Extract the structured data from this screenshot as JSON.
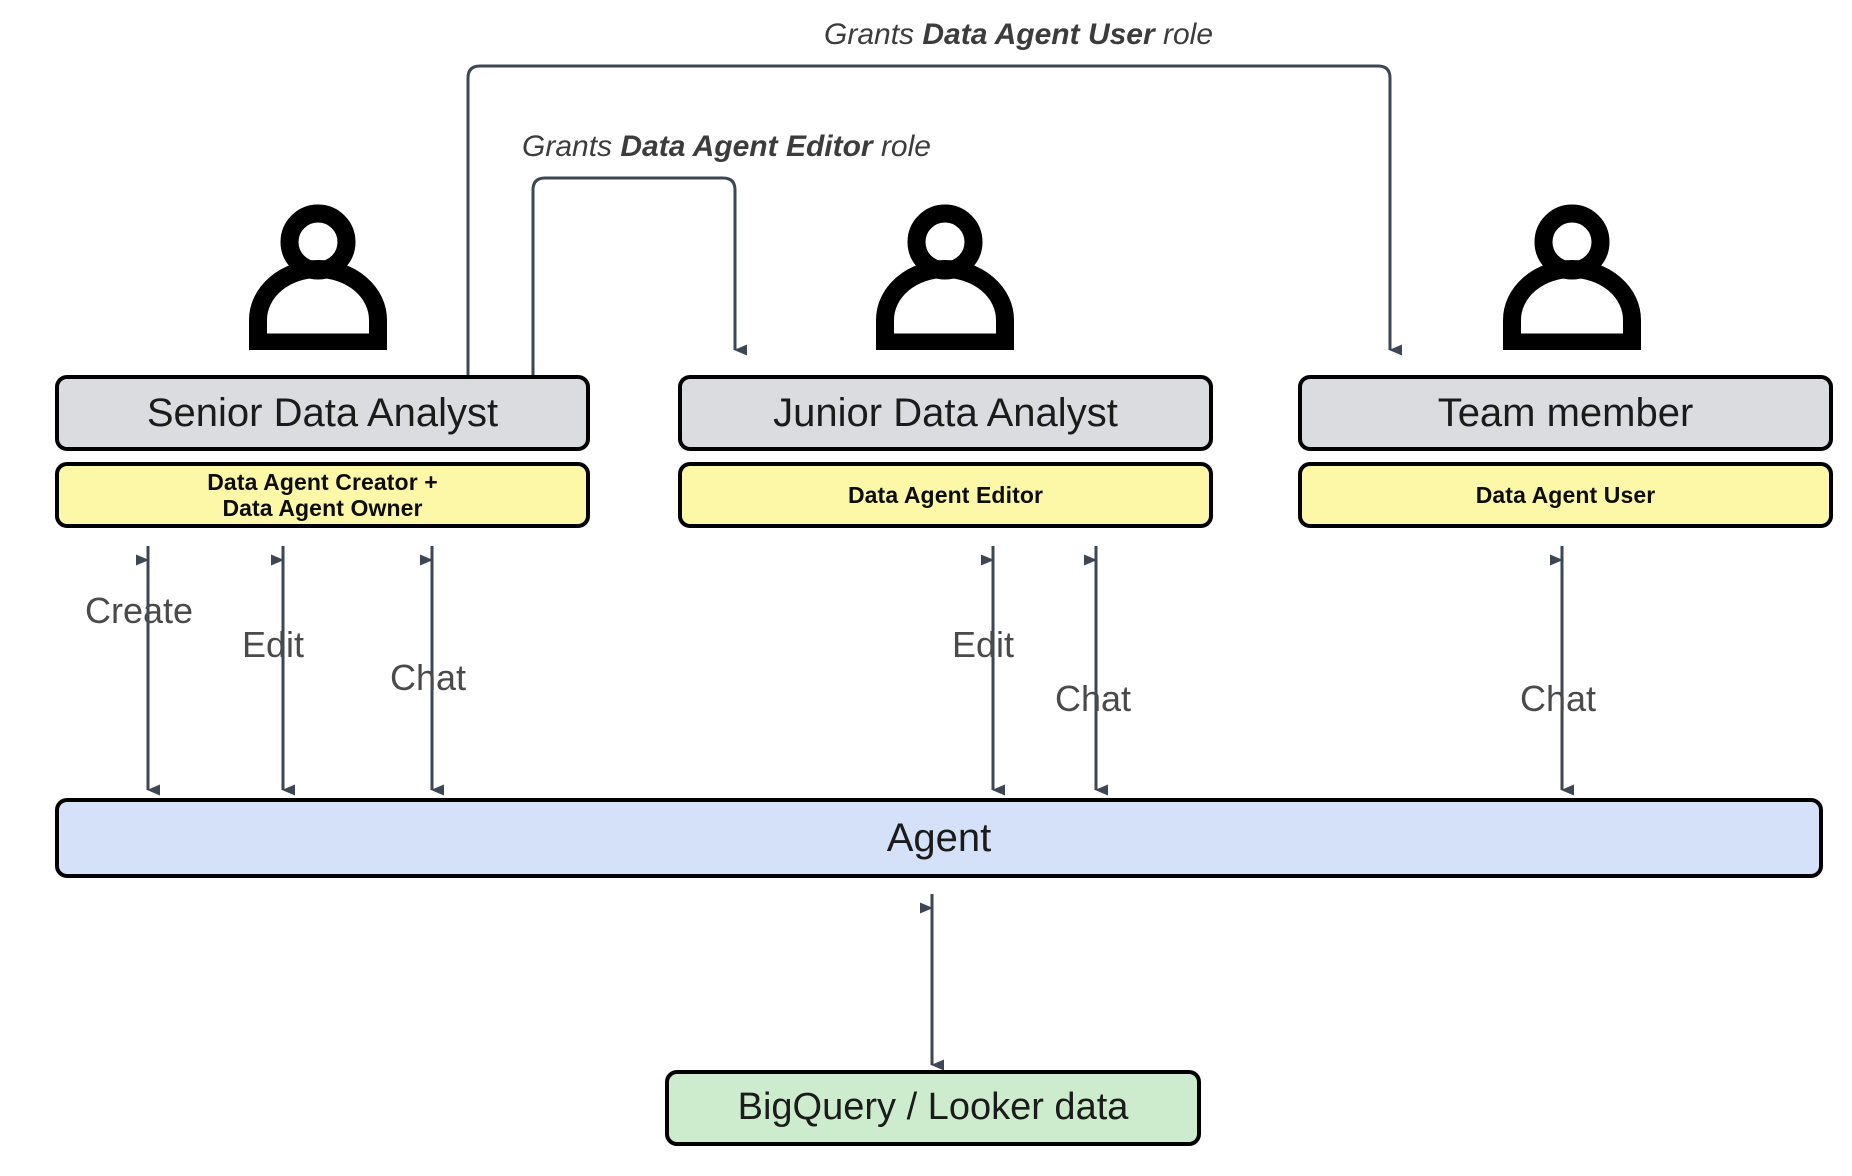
{
  "diagram": {
    "title": "Data Agent role permissions diagram",
    "colors": {
      "role_header_fill": "#dadce0",
      "permission_fill": "#fdf8a8",
      "agent_fill": "#d5e1f9",
      "data_fill": "#cdeccd",
      "stroke": "#000000",
      "connector": "#3d4654",
      "label_text": "#4a4a4a"
    },
    "personas": [
      {
        "id": "senior-data-analyst",
        "icon": "person-icon",
        "title": "Senior Data Analyst",
        "permission_lines": [
          "Data Agent Creator +",
          "Data Agent Owner"
        ],
        "actions": [
          "Create",
          "Edit",
          "Chat"
        ]
      },
      {
        "id": "junior-data-analyst",
        "icon": "person-icon",
        "title": "Junior Data Analyst",
        "permission_lines": [
          "Data Agent Editor"
        ],
        "actions": [
          "Edit",
          "Chat"
        ]
      },
      {
        "id": "team-member",
        "icon": "person-icon",
        "title": "Team member",
        "permission_lines": [
          "Data Agent User"
        ],
        "actions": [
          "Chat"
        ]
      }
    ],
    "grants": [
      {
        "id": "grant-user",
        "prefix": "Grants ",
        "role": "Data Agent User",
        "suffix": " role",
        "from": "senior-data-analyst",
        "to": "team-member"
      },
      {
        "id": "grant-editor",
        "prefix": "Grants ",
        "role": "Data Agent Editor",
        "suffix": " role",
        "from": "senior-data-analyst",
        "to": "junior-data-analyst"
      }
    ],
    "agent": {
      "label": "Agent"
    },
    "datastore": {
      "label": "BigQuery / Looker data"
    }
  }
}
